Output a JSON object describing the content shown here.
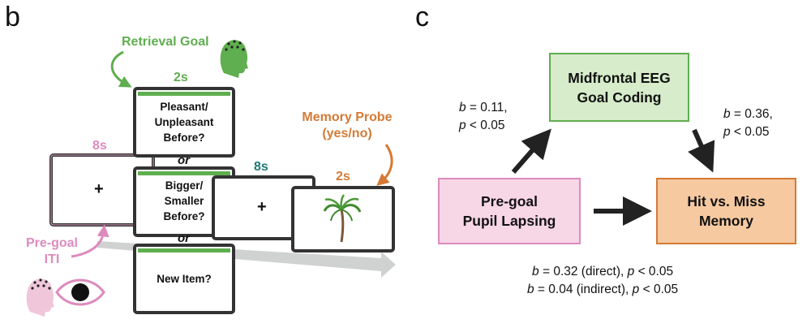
{
  "panel_b": {
    "letter": "b",
    "retrieval_goal": "Retrieval Goal",
    "goal_duration": "2s",
    "question_pleasant": [
      "Pleasant/",
      "Unpleasant",
      "Before?"
    ],
    "or_1": "or",
    "question_bigger": [
      "Bigger/",
      "Smaller",
      "Before?"
    ],
    "or_2": "or",
    "question_new": "New Item?",
    "iti_duration": "8s",
    "fixation_symbol": "+",
    "fixation2_duration": "8s",
    "probe_duration": "2s",
    "memory_probe": [
      "Memory Probe",
      "(yes/no)"
    ],
    "pregoal_iti": [
      "Pre-goal",
      "ITI"
    ]
  },
  "panel_c": {
    "letter": "c",
    "node_eeg": [
      "Midfrontal EEG",
      "Goal Coding"
    ],
    "node_pupil": [
      "Pre-goal",
      "Pupil Lapsing"
    ],
    "node_memory": [
      "Hit vs. Miss",
      "Memory"
    ],
    "path_a": {
      "b_value": " = 0.11,",
      "p_value": " < 0.05"
    },
    "path_b": {
      "b_value": " = 0.36,",
      "p_value": " < 0.05"
    },
    "path_direct": " = 0.32 (direct), ",
    "path_indirect": " = 0.04 (indirect), ",
    "p_direct": " < 0.05",
    "p_indirect": " < 0.05",
    "b_symbol": "b",
    "p_symbol": "p"
  },
  "colors": {
    "green": "#5fae4f",
    "pink": "#dd8bbd",
    "teal": "#1e7878",
    "orange": "#d47a35",
    "green_fill": "#d6ecca",
    "pink_fill": "#f7d6e6",
    "orange_fill": "#f6c9a0"
  }
}
